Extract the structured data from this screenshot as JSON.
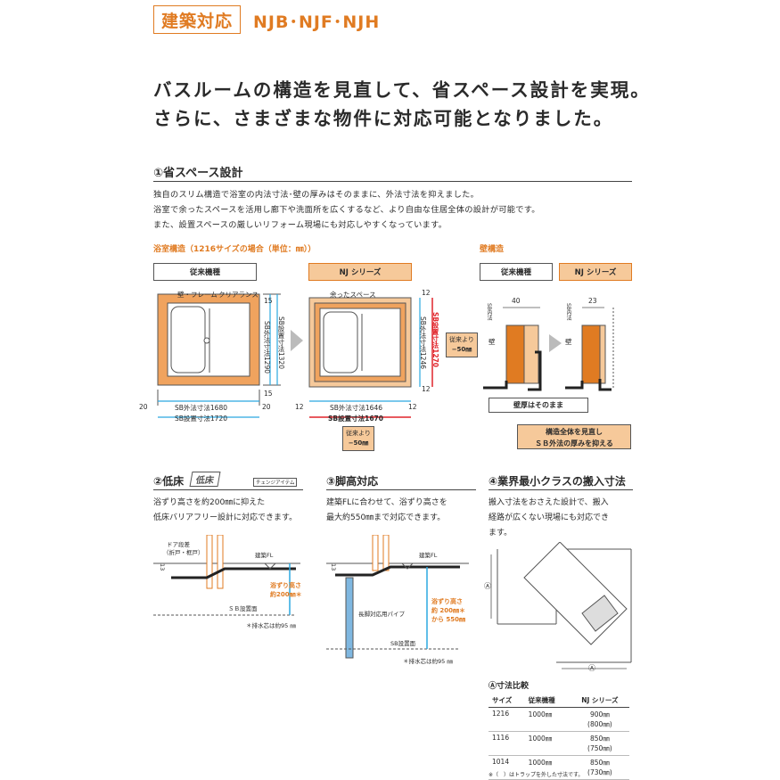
{
  "header": {
    "tag": "建築対応",
    "models": "NJB･NJF･NJH"
  },
  "headline": {
    "line1": "バスルームの構造を見直して、省スペース設計を実現。",
    "line2": "さらに、さまざまな物件に対応可能となりました。"
  },
  "section1": {
    "title": "①省スペース設計",
    "body": [
      "独自のスリム構造で浴室の内法寸法･壁の厚みはそのままに、外法寸法を抑えました。",
      "浴室で余ったスペースを活用し廊下や洗面所を広くするなど、より自由な住居全体の設計が可能です。",
      "また、設置スペースの厳しいリフォーム現場にも対応しやすくなっています。"
    ],
    "floor_caption": "浴室構造（1216サイズの場合（単位：㎜））",
    "wall_caption": "壁構造",
    "conv_label": "従来機種",
    "nj_label": "NJ シリーズ",
    "conv": {
      "wall_frame": "壁・フレーム",
      "clearance": "クリアランス",
      "sb_outer_v": "SB外法寸法1290",
      "sb_install_v": "SB設置寸法1320",
      "sb_outer_h": "SB外法寸法1680",
      "sb_install_h": "SB設置寸法1720",
      "d15a": "15",
      "d15b": "15",
      "d20a": "20",
      "d20b": "20"
    },
    "nj": {
      "spare": "余ったスペース",
      "sb_outer_v": "SB外法寸法1246",
      "sb_install_v": "SB設置寸法1270",
      "sb_outer_h": "SB外法寸法1646",
      "sb_install_h": "SB設置寸法1670",
      "d12a": "12",
      "d12b": "12",
      "d12c": "12",
      "d12d": "12",
      "badge_line1": "従来より",
      "badge_line2": "−50㎜"
    },
    "wall": {
      "conv_dim": "40",
      "nj_dim": "23",
      "sb_inner": "SB内法",
      "wall_label": "壁",
      "note1": "壁厚はそのまま",
      "note2_line1": "構造全体を見直し",
      "note2_line2": "ＳＢ外法の厚みを抑える"
    }
  },
  "section2": {
    "title": "②低床",
    "logo": "低床",
    "change_item": "チェンジアイテム",
    "body": [
      "浴ずり高さを約200㎜に抑えた",
      "低床バリアフリー設計に対応できます。"
    ],
    "door_step": "ドア段差",
    "door_type": "（折戸・框戸）",
    "dim13": "13",
    "building_fl": "建築FL",
    "height_line1": "浴ずり高さ",
    "height_line2": "約200㎜＊",
    "sb_face": "ＳＢ設置面",
    "drain_note": "＊排水芯は約95 ㎜"
  },
  "section3": {
    "title": "③脚高対応",
    "body": [
      "建築FLに合わせて、浴ずり高さを",
      "最大約550㎜まで対応できます。"
    ],
    "dim13": "13",
    "building_fl": "建築FL",
    "pipe": "長脚対応用パイプ",
    "height_line1": "浴ずり高さ",
    "height_line2": "約 200㎜＊",
    "height_line3": "から 550㎜",
    "sb_face": "SB設置面",
    "drain_note": "＊排水芯は約95 ㎜"
  },
  "section4": {
    "title": "④業界最小クラスの搬入寸法",
    "body": [
      "搬入寸法をおさえた設計で、搬入",
      "経路が広くない現場にも対応でき",
      "ます。"
    ],
    "a_mark": "Ⓐ",
    "compare_title": "Ⓐ寸法比較",
    "table": {
      "headers": [
        "サイズ",
        "従来機種",
        "NJ シリーズ"
      ],
      "rows": [
        [
          "1216",
          "1000㎜",
          "900㎜",
          "(800㎜)"
        ],
        [
          "1116",
          "1000㎜",
          "850㎜",
          "(750㎜)"
        ],
        [
          "1014",
          "1000㎜",
          "850㎜",
          "(730㎜)"
        ]
      ]
    },
    "footnote": "※（　）はトラップを外した寸法です。"
  },
  "colors": {
    "accent": "#e07b22",
    "fill": "#f6c99a",
    "arrow": "#2aa8e0",
    "badge": "#f6c99a"
  }
}
